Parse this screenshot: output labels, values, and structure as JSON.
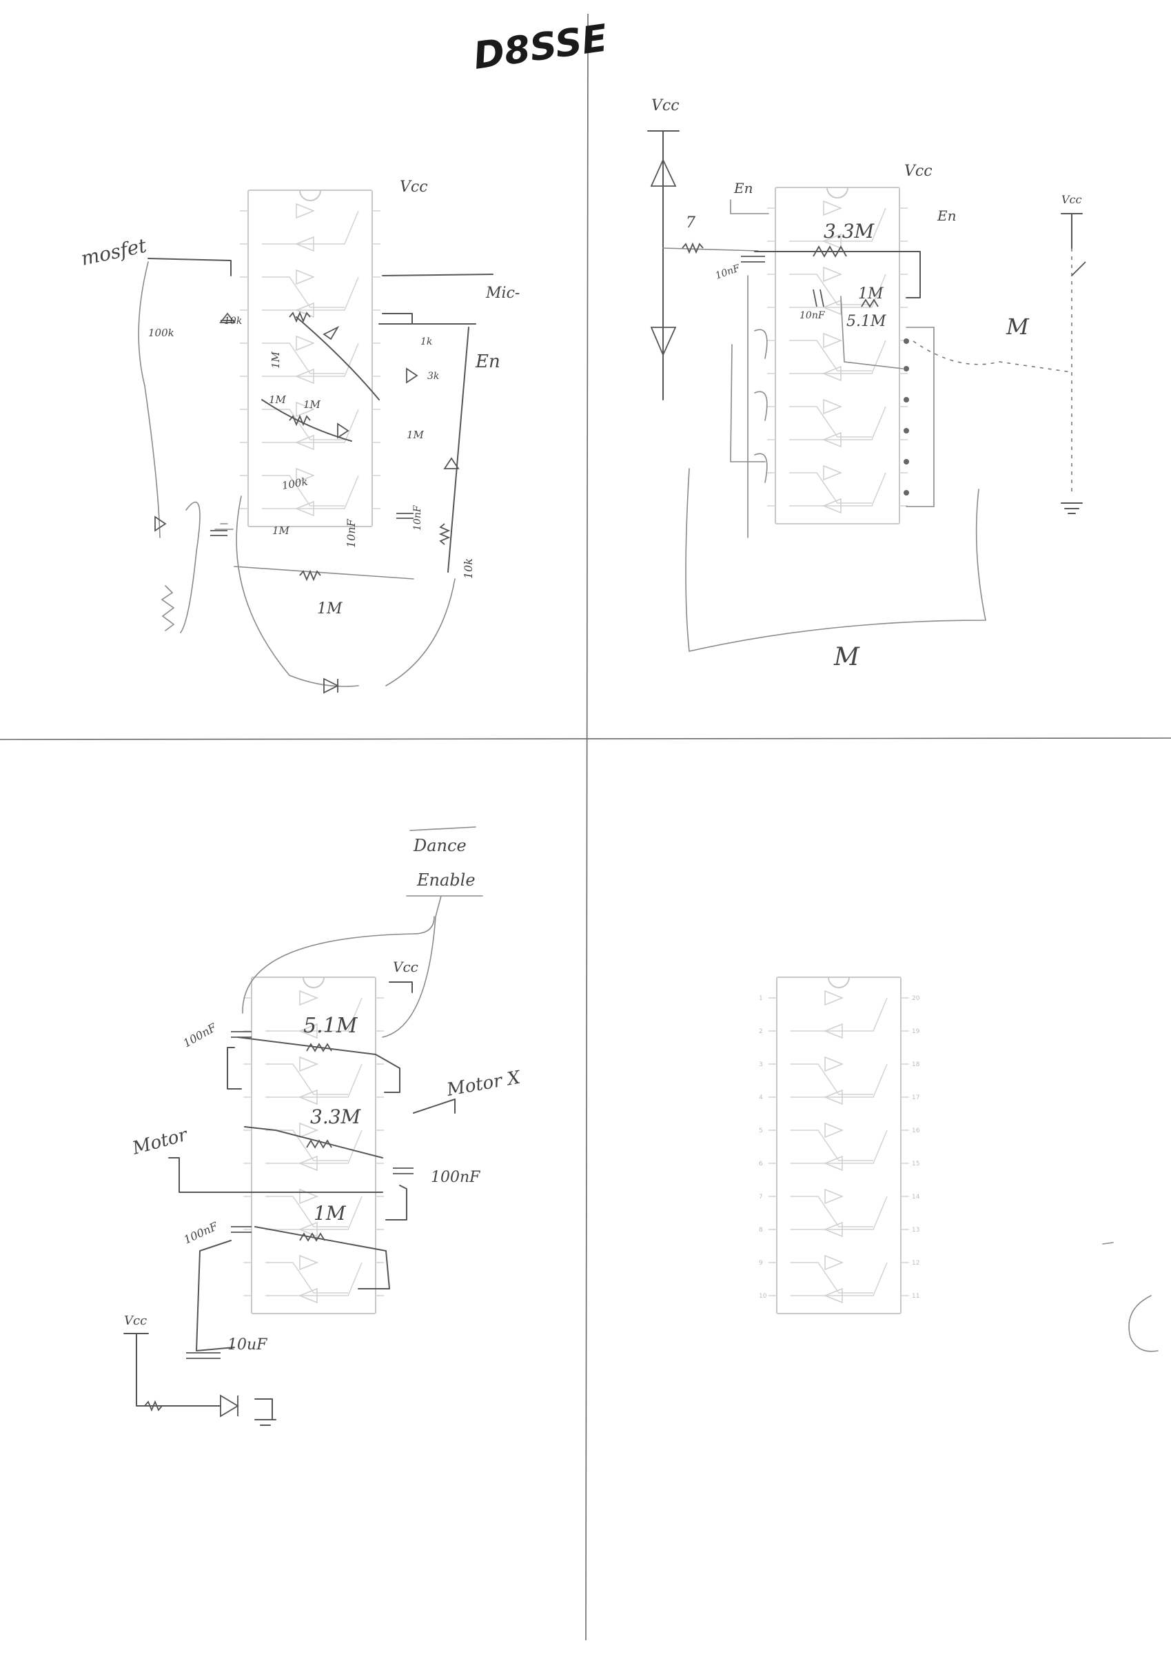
{
  "page": {
    "title": "D8SSE"
  },
  "quadrant_tl": {
    "labels": {
      "mosfet": "mosfet",
      "vcc": "Vcc",
      "mic": "Mic-",
      "en": "En",
      "r_100k": "100k",
      "r_1m_a": "1M",
      "r_1m_b": "1M",
      "r_1m_c": "1M",
      "r_1m_d": "1M",
      "r_1m_e": "1M",
      "r_1m_f": "1M",
      "r_100k_b": "100k",
      "r_10k": "10k",
      "r_1k": "1k",
      "r_3k": "3k",
      "c_10nf": "10nF",
      "c_10nf_b": "10nF",
      "r_10k_b": "10k"
    }
  },
  "quadrant_tr": {
    "labels": {
      "vcc_left": "Vcc",
      "en_left": "En",
      "vcc_right": "Vcc",
      "en_right": "En",
      "vcc_far": "Vcc",
      "r_3_3m": "3.3M",
      "r_1m": "1M",
      "r_5_1m": "5.1M",
      "r_7": "7",
      "c_10nf": "10nF",
      "c_10nf_b": "10nF",
      "m_right": "M",
      "m_bottom": "M"
    }
  },
  "quadrant_bl": {
    "labels": {
      "dance_enable_line1": "Dance",
      "dance_enable_line2": "Enable",
      "vcc": "Vcc",
      "c_100nf_a": "100nF",
      "r_5_1m": "5.1M",
      "motor_x_right": "Motor X",
      "motor_x_left": "Motor",
      "r_3_3m": "3.3M",
      "c_100nf_b": "100nF",
      "r_1m": "1M",
      "c_100nf_c": "100nF",
      "vcc_bottom": "Vcc",
      "c_10uf": "10uF"
    }
  },
  "quadrant_br": {
    "labels": {}
  },
  "chip_pins": {
    "left": [
      "1",
      "2",
      "3",
      "4",
      "5",
      "6",
      "7",
      "8",
      "9",
      "10"
    ],
    "right": [
      "20",
      "19",
      "18",
      "17",
      "16",
      "15",
      "14",
      "13",
      "12",
      "11"
    ]
  }
}
